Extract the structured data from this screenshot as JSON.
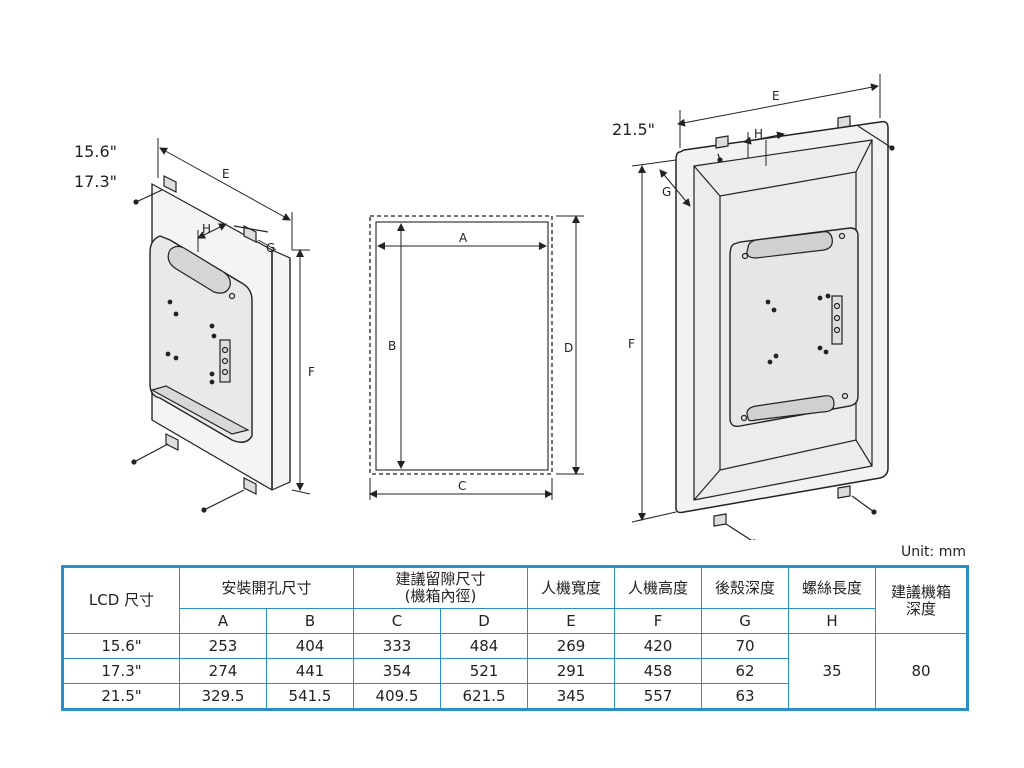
{
  "size_labels": {
    "left_a": "15.6\"",
    "left_b": "17.3\"",
    "right": "21.5\""
  },
  "dim_letters": {
    "a": "A",
    "b": "B",
    "c": "C",
    "d": "D",
    "e": "E",
    "f": "F",
    "g": "G",
    "h": "H"
  },
  "unit": "Unit: mm",
  "table": {
    "col_lcd": "LCD 尺寸",
    "col_hole": "安裝開孔尺寸",
    "col_gap_line1": "建議留隙尺寸",
    "col_gap_line2": "(機箱內徑)",
    "col_width": "人機寬度",
    "col_height": "人機高度",
    "col_depth": "後殼深度",
    "col_screw": "螺絲長度",
    "col_box_line1": "建議機箱",
    "col_box_line2": "深度",
    "sub": [
      "A",
      "B",
      "C",
      "D",
      "E",
      "F",
      "G",
      "H"
    ],
    "rows": [
      {
        "lcd": "15.6\"",
        "a": "253",
        "b": "404",
        "c": "333",
        "d": "484",
        "e": "269",
        "f": "420",
        "g": "70"
      },
      {
        "lcd": "17.3\"",
        "a": "274",
        "b": "441",
        "c": "354",
        "d": "521",
        "e": "291",
        "f": "458",
        "g": "62"
      },
      {
        "lcd": "21.5\"",
        "a": "329.5",
        "b": "541.5",
        "c": "409.5",
        "d": "621.5",
        "e": "345",
        "f": "557",
        "g": "63"
      }
    ],
    "screw_len": "35",
    "box_depth": "80"
  }
}
